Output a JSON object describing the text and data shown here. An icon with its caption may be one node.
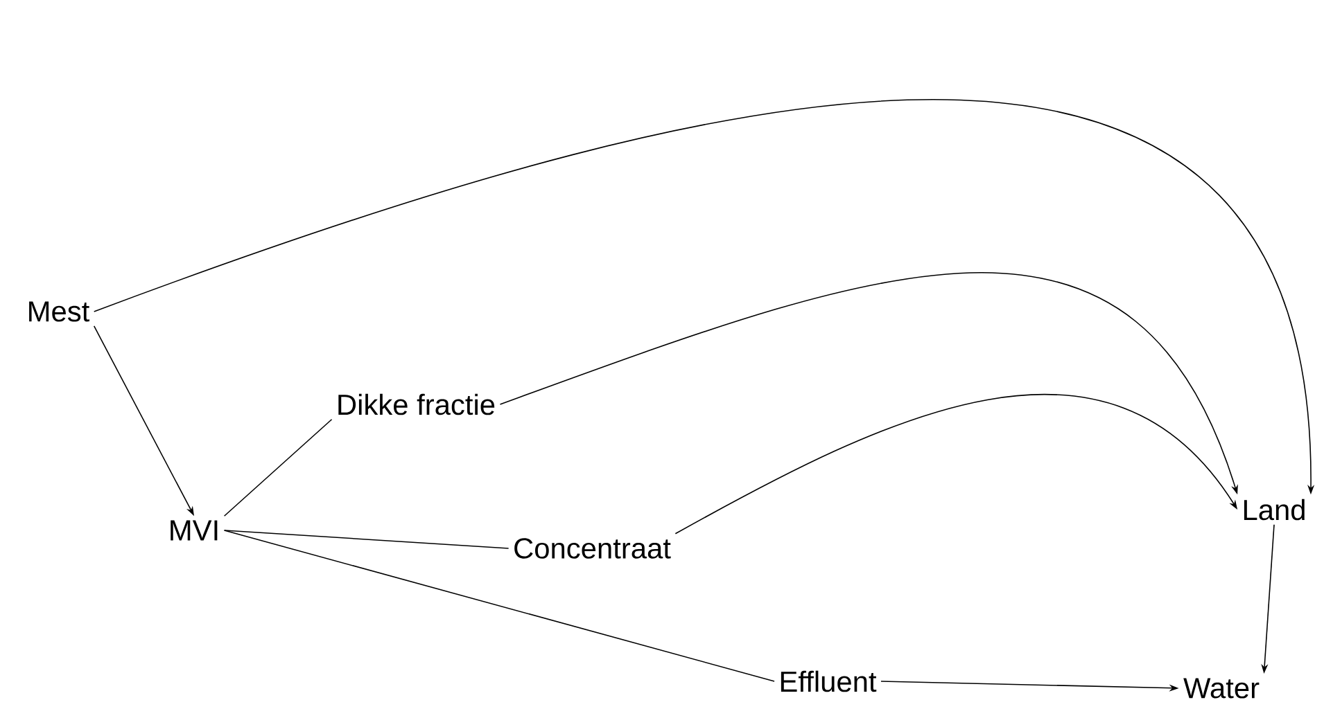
{
  "diagram": {
    "nodes": [
      {
        "text": [
          "Mest"
        ]
      },
      {
        "text": [
          "Dikke fractie"
        ]
      },
      {
        "text": [
          "MVI"
        ]
      },
      {
        "text": [
          "Concentraat"
        ]
      },
      {
        "text": [
          "Land"
        ]
      },
      {
        "text": [
          "Effluent"
        ]
      },
      {
        "text": [
          "Water"
        ]
      }
    ],
    "edges": [
      {
        "from": 0,
        "to": 2,
        "arrow": "to"
      },
      {
        "from": 0,
        "to": 4,
        "arrow": "to"
      },
      {
        "from": 1,
        "to": 4,
        "arrow": "to"
      },
      {
        "from": 3,
        "to": 4,
        "arrow": "to"
      },
      {
        "from": 2,
        "to": 1,
        "arrow": "none"
      },
      {
        "from": 2,
        "to": 3,
        "arrow": "none"
      },
      {
        "from": 2,
        "to": 5,
        "arrow": "none"
      },
      {
        "from": 5,
        "to": 6,
        "arrow": "to"
      },
      {
        "from": 4,
        "to": 6,
        "arrow": "to"
      }
    ]
  }
}
